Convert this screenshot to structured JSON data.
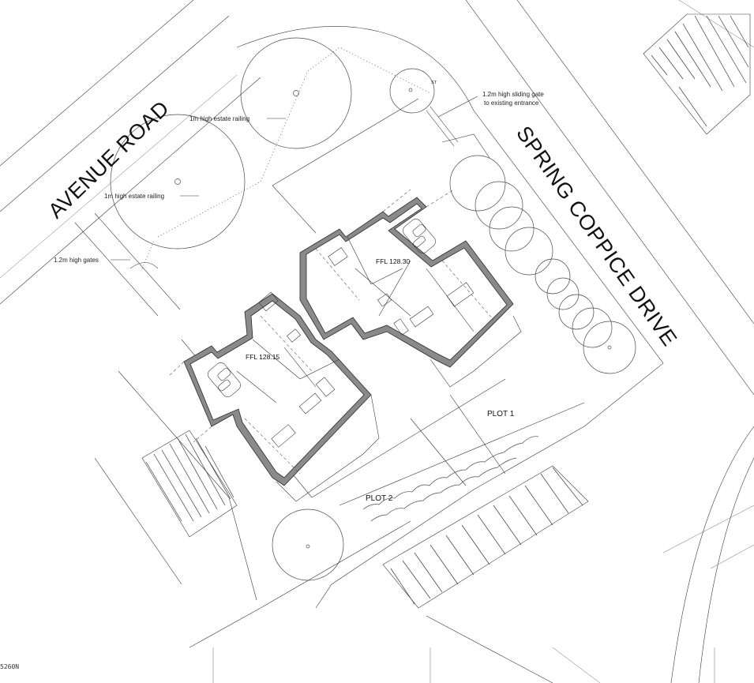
{
  "roads": {
    "avenue_road": "AVENUE ROAD",
    "spring_coppice_drive": "SPRING COPPICE DRIVE"
  },
  "annotations": {
    "railing_upper": "1m high estate railing",
    "railing_lower": "1m high estate railing",
    "gates": "1.2m high gates",
    "sliding_gate_line1": "1.2m high sliding gate",
    "sliding_gate_line2": "to existing entrance",
    "st_marker": "ST"
  },
  "plots": {
    "plot1": "PLOT 1",
    "plot2": "PLOT 2"
  },
  "levels": {
    "plot1_ffl": "FFL 128.30",
    "plot2_ffl": "FFL 128.15"
  },
  "drawing_ref": "5260N"
}
